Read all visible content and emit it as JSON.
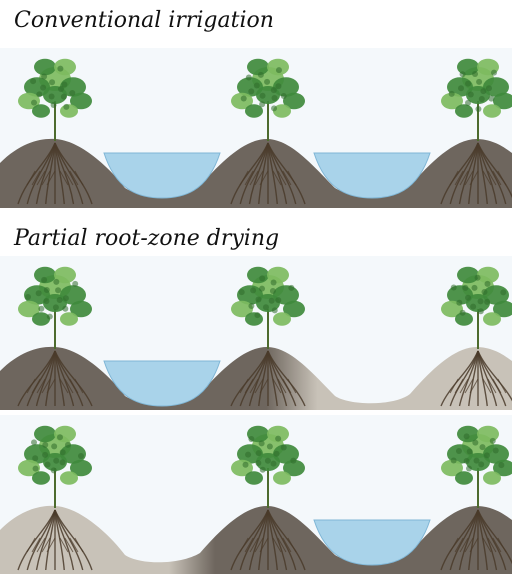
{
  "headings": {
    "conventional": "Conventional irrigation",
    "partial": "Partial root-zone drying"
  },
  "colors": {
    "sky": "#f4f8fb",
    "soil_dry": "#c8c2b8",
    "soil_wet": "#6e665e",
    "water": "#a9d3ea",
    "water_edge": "#7fb6d6",
    "roots": "#4a3b2a",
    "foliage": "#3f8a3c",
    "foliage_light": "#7dbb5f",
    "stem": "#4d6b2e"
  },
  "panels": [
    {
      "id": "conventional",
      "wet_furrows": [
        true,
        true
      ]
    },
    {
      "id": "prd-phase-1",
      "wet_furrows": [
        true,
        false
      ]
    },
    {
      "id": "prd-phase-2",
      "wet_furrows": [
        false,
        true
      ]
    }
  ]
}
